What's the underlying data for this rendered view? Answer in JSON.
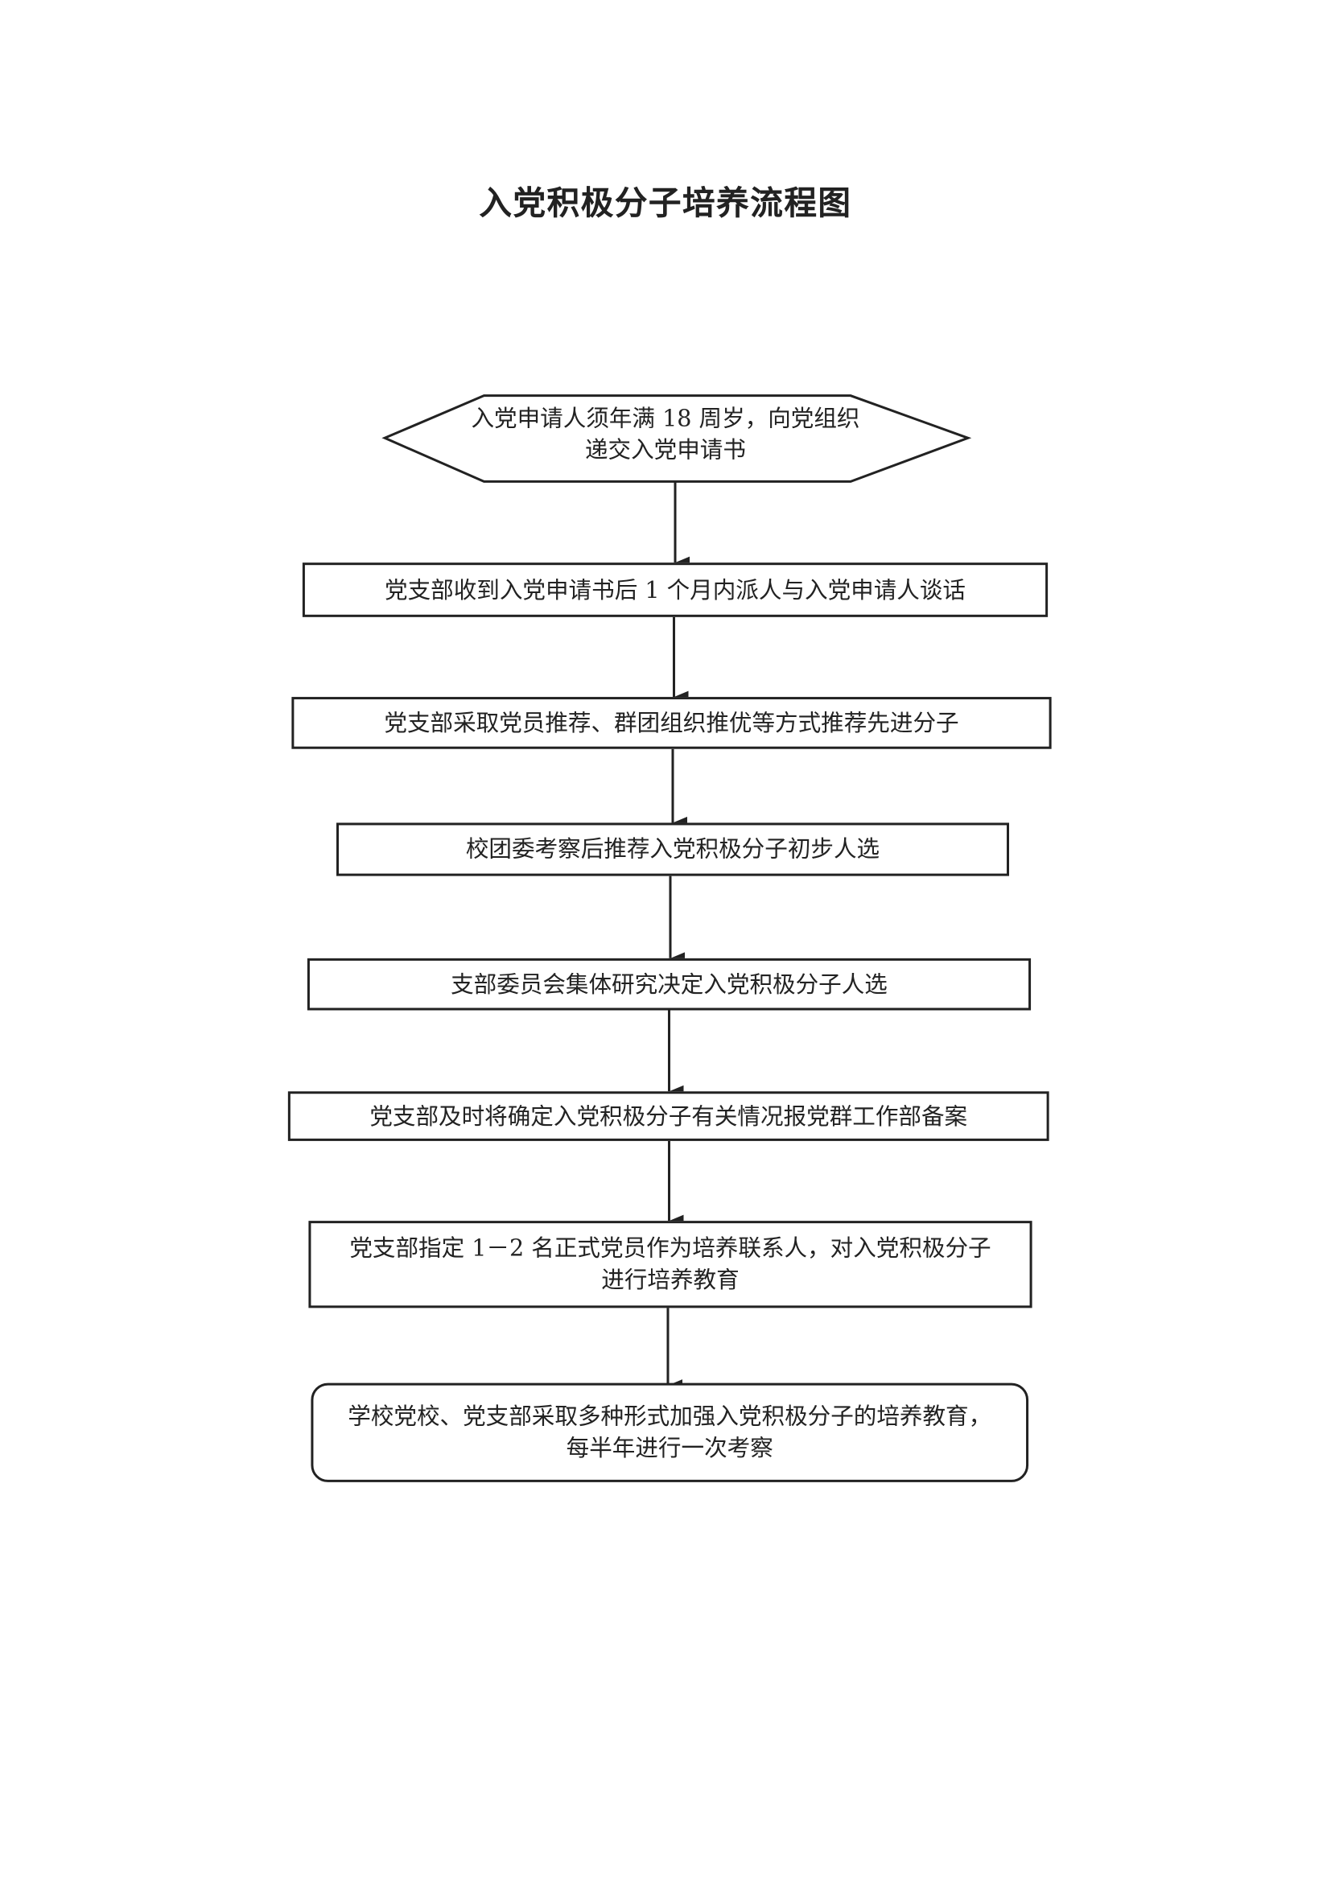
{
  "title": "入党积极分子培养流程图",
  "steps": [
    "入党申请人须年满 18 周岁，向党组织递交入党申请书",
    "党支部收到入党申请书后 1 个月内派人与入党申请人谈话",
    "党支部采取党员推荐、群团组织推优等方式推荐先进分子",
    "校团委考察后推荐入党积极分子初步人选",
    "支部委员会集体研究决定入党积极分子人选",
    "党支部及时将确定入党积极分子有关情况报党群工作部备案",
    "党支部指定 1－2 名正式党员作为培养联系人，对入党积极分子进行培养教育",
    "学校党校、党支部采取多种形式加强入党积极分子的培养教育，每半年进行一次考察"
  ]
}
